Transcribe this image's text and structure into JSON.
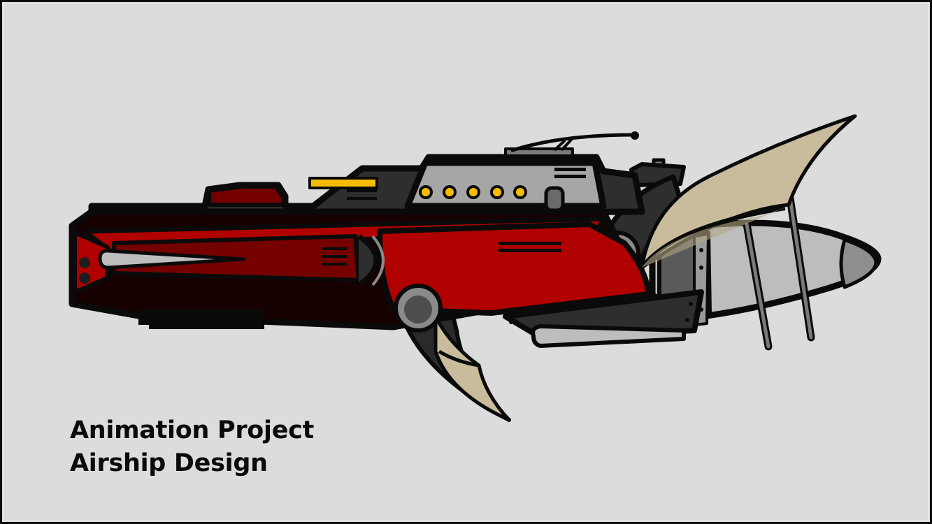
{
  "caption": {
    "line1": "Animation Project",
    "line2": "Airship Design"
  },
  "artwork": {
    "subject": "airship",
    "colors": {
      "background": "#dcdcdc",
      "outline": "#0a0a0a",
      "hull_red": "#b00000",
      "hull_dark_red": "#750000",
      "hull_shadow": "#170000",
      "cabin_gray": "#a6a6a6",
      "dark_gray": "#2e2e2e",
      "mid_gray": "#5a5a5a",
      "light_gray": "#bdbdbd",
      "sail_tan": "#c8bc9c",
      "sail_tan_dark": "#b0a584",
      "accent_yellow": "#f5bd00"
    },
    "cabin_lights_count": 5
  }
}
